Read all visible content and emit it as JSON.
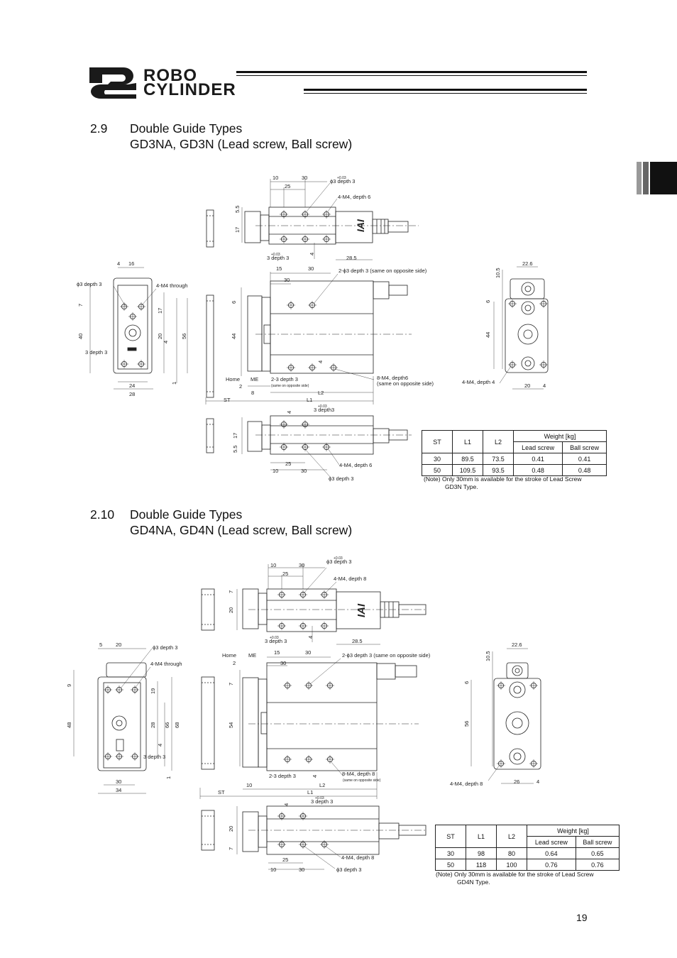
{
  "header": {
    "logo_line1": "ROBO",
    "logo_line2": "CYLINDER"
  },
  "sections": [
    {
      "number": "2.9",
      "title_line1": "Double Guide Types",
      "title_line2": "GD3NA, GD3N (Lead screw, Ball screw)",
      "drawing_labels": {
        "top_10": "10",
        "top_30": "30",
        "top_25": "25",
        "phi3_depth3": "ϕ3 depth 3",
        "m4_depth6_top": "4-M4, depth 6",
        "v_55": "5.5",
        "v_17": "17",
        "tol_003": "+0.03",
        "tol_0": "0",
        "three_depth3": "3 depth 3",
        "v_4": "4",
        "h_285": "28.5",
        "front_15": "15",
        "front_30": "30",
        "front_30b": "30",
        "two_phi3": "2-ϕ3 depth 3 (same on opposite side)",
        "v_6": "6",
        "v_44": "44",
        "home": "Home",
        "me": "ME",
        "v_2": "2",
        "v_8": "8",
        "two_3_depth3": "2-3 depth 3",
        "same_opp_small": "(same on opposite side)",
        "L2": "L2",
        "L1": "L1",
        "ST": "ST",
        "m4_depth6_8": "8-M4, depth6",
        "same_opp": "(same on opposite side)",
        "end_4": "4",
        "end_16": "16",
        "end_phi3": "ϕ3 depth 3",
        "m4_through": "4-M4 through",
        "end_7": "7",
        "end_17": "17",
        "end_40": "40",
        "end_20": "20",
        "end_56": "56",
        "end_4b": "4",
        "end_1": "1",
        "end_3depth3": "3 depth 3",
        "end_24": "24",
        "end_28": "28",
        "right_226": "22.6",
        "right_105": "10.5",
        "right_6": "6",
        "right_44": "44",
        "right_m4": "4-M4, depth 4",
        "right_20": "20",
        "right_4": "4",
        "bot_4": "4",
        "bot_3depth3": "3 depth3",
        "bot_17": "17",
        "bot_55": "5.5",
        "bot_25": "25",
        "bot_10": "10",
        "bot_30": "30",
        "bot_m4": "4-M4, depth 6",
        "bot_phi3": "ϕ3 depth 3"
      },
      "table": {
        "headers": {
          "st": "ST",
          "l1": "L1",
          "l2": "L2",
          "weight": "Weight [kg]",
          "lead": "Lead screw",
          "ball": "Ball screw"
        },
        "rows": [
          {
            "st": "30",
            "l1": "89.5",
            "l2": "73.5",
            "lead": "0.41",
            "ball": "0.41"
          },
          {
            "st": "50",
            "l1": "109.5",
            "l2": "93.5",
            "lead": "0.48",
            "ball": "0.48"
          }
        ]
      },
      "note_line1": "(Note) Only 30mm is available for the stroke of Lead Screw",
      "note_line2": "GD3N Type."
    },
    {
      "number": "2.10",
      "title_line1": "Double Guide Types",
      "title_line2": "GD4NA, GD4N (Lead screw, Ball screw)",
      "drawing_labels": {
        "top_10": "10",
        "top_30": "30",
        "top_25": "25",
        "phi3_depth3": "ϕ3 depth 3",
        "m4_depth8_top": "4-M4, depth 8",
        "v_7": "7",
        "v_20": "20",
        "tol_003": "+0.03",
        "tol_0": "0",
        "three_depth3": "3 depth 3",
        "v_4": "4",
        "h_285": "28.5",
        "home": "Home",
        "me": "ME",
        "v_2": "2",
        "front_15": "15",
        "front_30": "30",
        "front_30b": "30",
        "two_phi3": "2-ϕ3 depth 3 (same on opposite side)",
        "v_7b": "7",
        "v_54": "54",
        "two_3_depth3": "2-3 depth 3",
        "m4_depth8_8": "8-M4, depth 8",
        "same_opp_small": "(same on opposite side)",
        "v_4b": "4",
        "v_10": "10",
        "L2": "L2",
        "L1": "L1",
        "ST": "ST",
        "end_5": "5",
        "end_20": "20",
        "end_phi3": "ϕ3 depth 3",
        "m4_through": "4-M4 through",
        "end_9": "9",
        "end_19": "19",
        "end_48": "48",
        "end_28": "28",
        "end_66": "66",
        "end_68": "68",
        "end_4": "4",
        "end_3depth3": "3 depth 3",
        "end_1": "1",
        "end_30": "30",
        "end_34": "34",
        "right_226": "22.6",
        "right_105": "10.5",
        "right_6": "6",
        "right_56": "56",
        "right_m4": "4-M4, depth 8",
        "right_26": "26",
        "right_4": "4",
        "bot_4": "4",
        "bot_3depth3": "3 depth 3",
        "bot_20": "20",
        "bot_7": "7",
        "bot_25": "25",
        "bot_10": "10",
        "bot_30": "30",
        "bot_m4": "4-M4, depth 8",
        "bot_phi3": "ϕ3 depth 3"
      },
      "table": {
        "headers": {
          "st": "ST",
          "l1": "L1",
          "l2": "L2",
          "weight": "Weight [kg]",
          "lead": "Lead screw",
          "ball": "Ball screw"
        },
        "rows": [
          {
            "st": "30",
            "l1": "98",
            "l2": "80",
            "lead": "0.64",
            "ball": "0.65"
          },
          {
            "st": "50",
            "l1": "118",
            "l2": "100",
            "lead": "0.76",
            "ball": "0.76"
          }
        ]
      },
      "note_line1": "(Note) Only 30mm is available for the stroke of Lead Screw",
      "note_line2": "GD4N Type."
    }
  ],
  "page_number": "19"
}
